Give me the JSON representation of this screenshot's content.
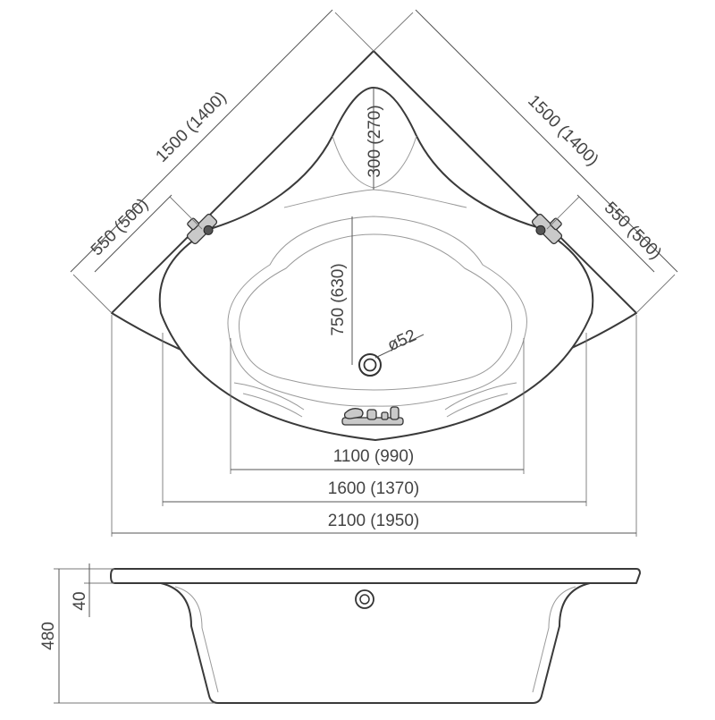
{
  "colors": {
    "line": "#3a3a3a",
    "dimension_line": "#555555",
    "text": "#444444",
    "hardware_fill": "#c9c9c9",
    "background": "#ffffff"
  },
  "top_view": {
    "dims": {
      "side_left": "1500 (1400)",
      "side_right": "1500 (1400)",
      "leg_left": "550 (500)",
      "leg_right": "550 (500)",
      "seat_depth": "300 (270)",
      "basin_depth": "750 (630)",
      "drain_diameter": "ø52",
      "basin_width": "1100 (990)",
      "inner_width": "1600 (1370)",
      "overall_width": "2100 (1950)"
    }
  },
  "side_view": {
    "dims": {
      "height": "480",
      "rim_height": "40"
    }
  }
}
